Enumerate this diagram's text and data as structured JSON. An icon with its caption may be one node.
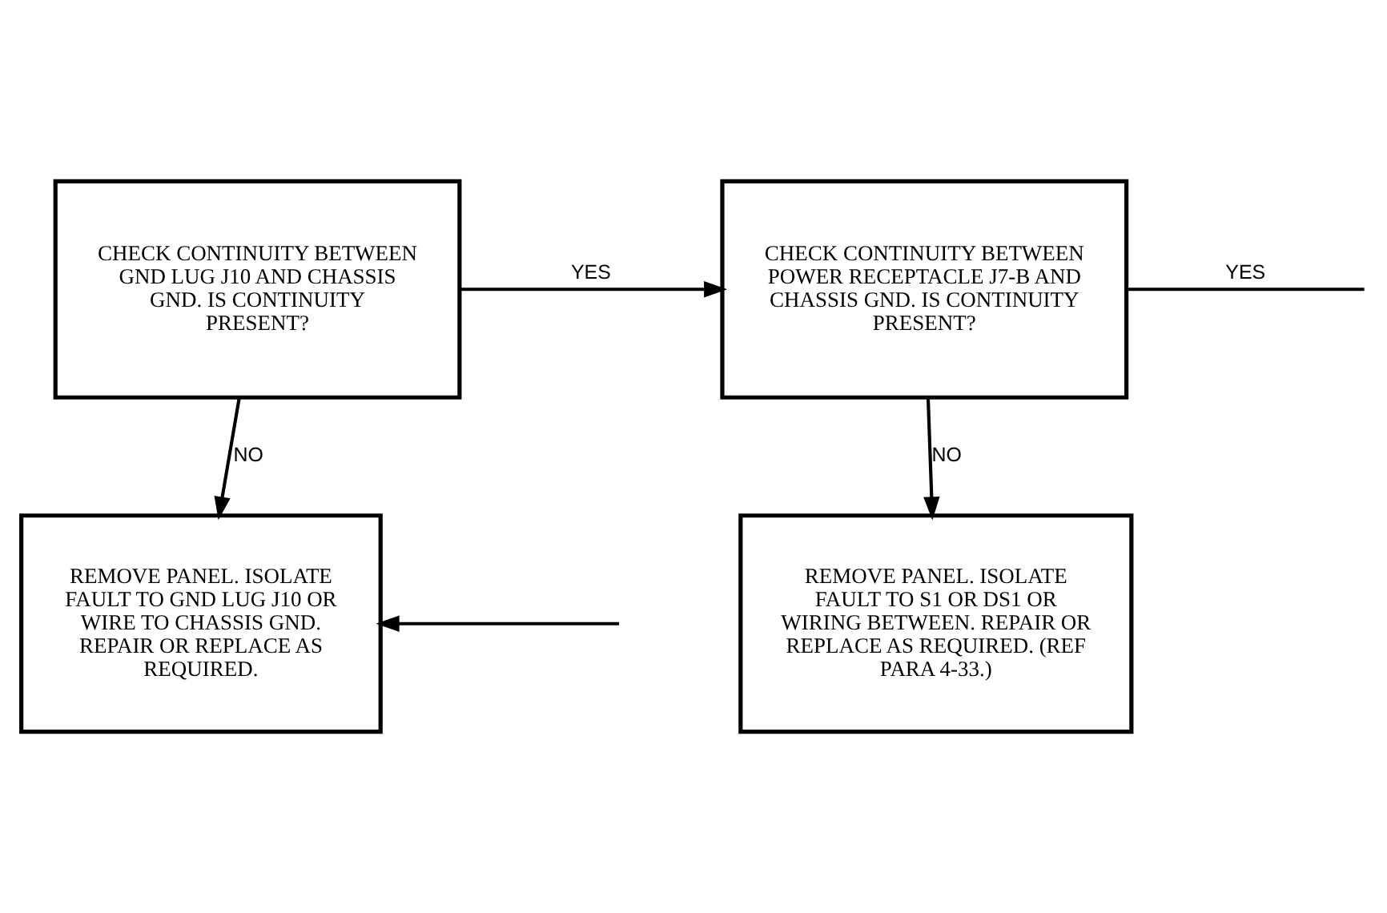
{
  "diagram": {
    "nodes": [
      {
        "text": [
          "CHECK CONTINUITY BETWEEN GND LUG J10 AND CHASSIS GND. IS CONTINUITY PRESENT?"
        ]
      },
      {
        "text": [
          "CHECK CONTINUITY BETWEEN POWER RECEPTACLE J7-B AND CHASSIS GND. IS CONTINUITY PRESENT?"
        ]
      },
      {
        "text": [
          "REMOVE PANEL. ISOLATE FAULT TO GND LUG J10 OR WIRE TO CHASSIS GND. REPAIR OR REPLACE AS REQUIRED."
        ]
      },
      {
        "text": [
          "REMOVE PANEL. ISOLATE FAULT TO S1 OR DS1 OR WIRING BETWEEN. REPAIR OR REPLACE AS REQUIRED. (REF PARA 4-33.)"
        ]
      }
    ],
    "edges": [
      {
        "from": 0,
        "to": 1,
        "arrow": "to",
        "label": "YES"
      },
      {
        "from": 0,
        "to": 2,
        "arrow": "to",
        "label": "NO"
      },
      {
        "from": 1,
        "to": 3,
        "arrow": "to",
        "label": "NO"
      },
      {
        "from": 1,
        "to": null,
        "arrow": "none",
        "label": "YES"
      },
      {
        "from": null,
        "to": 2,
        "arrow": "to"
      }
    ]
  }
}
